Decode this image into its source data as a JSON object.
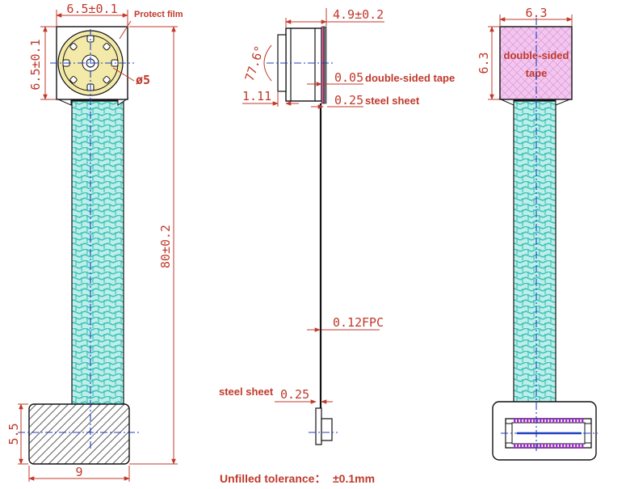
{
  "front_view": {
    "width_dim": "6.5±0.1",
    "height_dim": "6.5±0.1",
    "lens_dim": "ø5",
    "protect_film_label": "Protect film",
    "length_dim": "80±0.2",
    "connector_height_dim": "5.5",
    "connector_width_dim": "9"
  },
  "side_view": {
    "width_dim": "4.9±0.2",
    "angle_dim": "77.6°",
    "lens_offset_dim": "1.11",
    "tape_thickness_dim": "0.05",
    "tape_label": "double-sided tape",
    "steel_thickness_dim": "0.25",
    "steel_label": "steel sheet",
    "fpc_thickness_dim": "0.12",
    "fpc_label": "FPC",
    "bottom_steel_label": "steel sheet",
    "bottom_steel_dim": "0.25"
  },
  "back_view": {
    "width_dim": "6.3",
    "height_dim": "6.3",
    "tape_label_line1": "double-sided",
    "tape_label_line2": "tape"
  },
  "footer": {
    "tolerance_label": "Unfilled tolerance：",
    "tolerance_value": "±0.1mm"
  },
  "colors": {
    "dimension": "#c0392b",
    "fpc_fill": "#bfeee9",
    "fpc_weave": "#3fc4bb",
    "tape_fill": "#f2c6ee",
    "centerline": "#1f3fbf",
    "film": "#f3e9a8"
  }
}
